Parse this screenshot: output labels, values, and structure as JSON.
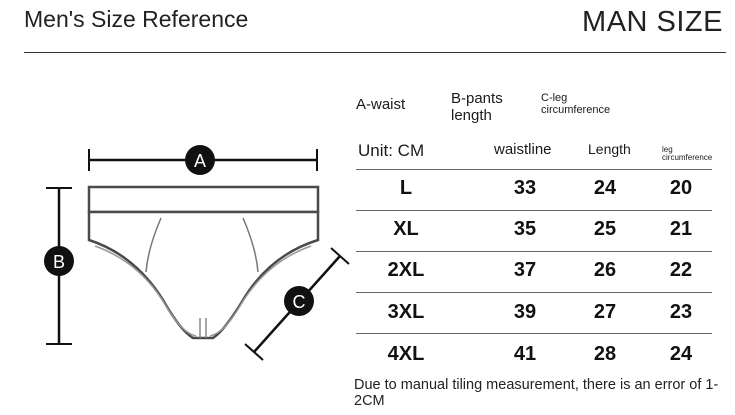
{
  "header": {
    "title": "Men's Size Reference",
    "brand": "MAN SIZE"
  },
  "legend": {
    "a": "A-waist",
    "b": "B-pants length",
    "c": "C-leg circumference"
  },
  "diagram": {
    "label_a": "A",
    "label_b": "B",
    "label_c": "C"
  },
  "table": {
    "columns": [
      "Unit: CM",
      "waistline",
      "Length",
      "leg circumference"
    ],
    "rows": [
      {
        "size": "L",
        "waistline": "33",
        "length": "24",
        "leg": "20"
      },
      {
        "size": "XL",
        "waistline": "35",
        "length": "25",
        "leg": "21"
      },
      {
        "size": "2XL",
        "waistline": "37",
        "length": "26",
        "leg": "22"
      },
      {
        "size": "3XL",
        "waistline": "39",
        "length": "27",
        "leg": "23"
      },
      {
        "size": "4XL",
        "waistline": "41",
        "length": "28",
        "leg": "24"
      }
    ]
  },
  "note": "Due to manual tiling measurement, there is an error of 1-2CM"
}
